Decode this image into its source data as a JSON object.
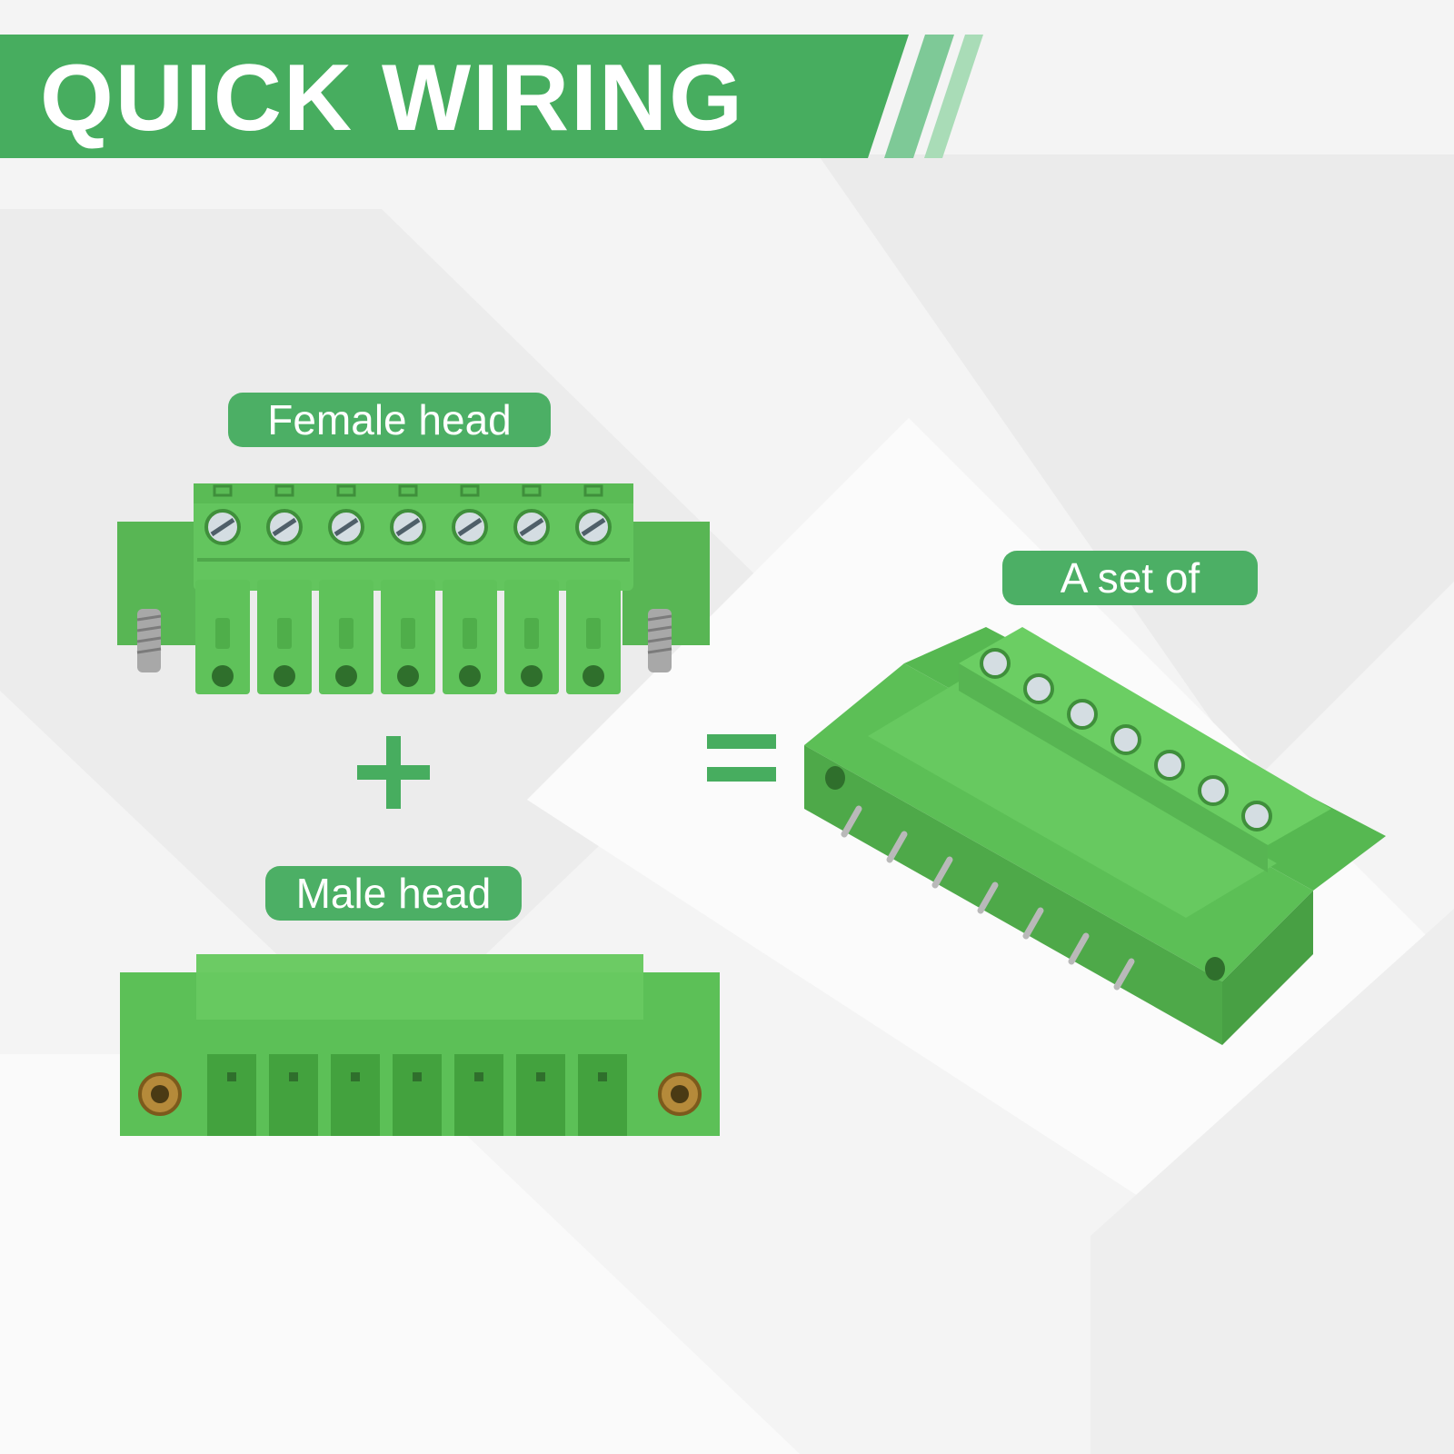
{
  "banner": {
    "title": "QUICK WIRING",
    "color": "#47ad5f",
    "accent_light": "#7ec997"
  },
  "labels": {
    "female": "Female head",
    "male": "Male head",
    "set": "A set of"
  },
  "operators": {
    "plus": "+",
    "equals": "="
  },
  "colors": {
    "connector_green": "#5fc25a",
    "pill_green": "#4caf65",
    "background": "#f3f3f3"
  },
  "images": {
    "female_connector": "7-pin pluggable terminal block female head with screws",
    "male_connector": "7-pin pluggable terminal block male header with brass inserts",
    "assembled_set": "assembled 7-pin connector set with pins"
  }
}
